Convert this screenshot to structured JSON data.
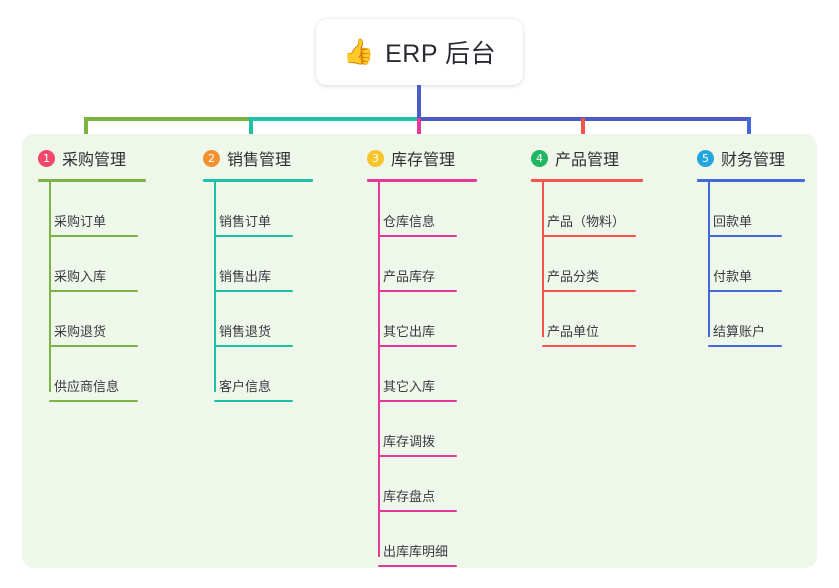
{
  "root": {
    "icon": "thumbs-up-icon",
    "emoji": "👍",
    "label": "ERP 后台"
  },
  "palette": {
    "panel_bg": "#eef7ea",
    "page_bg": "#ffffff",
    "text": "#2f2f35"
  },
  "columns": [
    {
      "number": "1",
      "title": "采购管理",
      "badge_color": "#f2486b",
      "line_color": "#7cb342",
      "items": [
        "采购订单",
        "采购入库",
        "采购退货",
        "供应商信息"
      ]
    },
    {
      "number": "2",
      "title": "销售管理",
      "badge_color": "#f2922f",
      "line_color": "#1fc0a8",
      "items": [
        "销售订单",
        "销售出库",
        "销售退货",
        "客户信息"
      ]
    },
    {
      "number": "3",
      "title": "库存管理",
      "badge_color": "#f7c52a",
      "line_color": "#e5399a",
      "items": [
        "仓库信息",
        "产品库存",
        "其它出库",
        "其它入库",
        "库存调拨",
        "库存盘点",
        "出库库明细"
      ]
    },
    {
      "number": "4",
      "title": "产品管理",
      "badge_color": "#21b760",
      "line_color": "#f4544a",
      "items": [
        "产品（物料）",
        "产品分类",
        "产品单位"
      ]
    },
    {
      "number": "5",
      "title": "财务管理",
      "badge_color": "#23a6e0",
      "line_color": "#4169d8",
      "items": [
        "回款单",
        "付款单",
        "结算账户"
      ]
    }
  ],
  "connectors": {
    "stem_color": "#4c5cc5",
    "segments": [
      {
        "name": "branch-1",
        "color": "#7cb342"
      },
      {
        "name": "branch-2",
        "color": "#1fc0a8"
      },
      {
        "name": "branch-3",
        "color": "#e5399a"
      },
      {
        "name": "branch-4",
        "color": "#f4544a"
      },
      {
        "name": "branch-5",
        "color": "#4169d8"
      }
    ]
  }
}
